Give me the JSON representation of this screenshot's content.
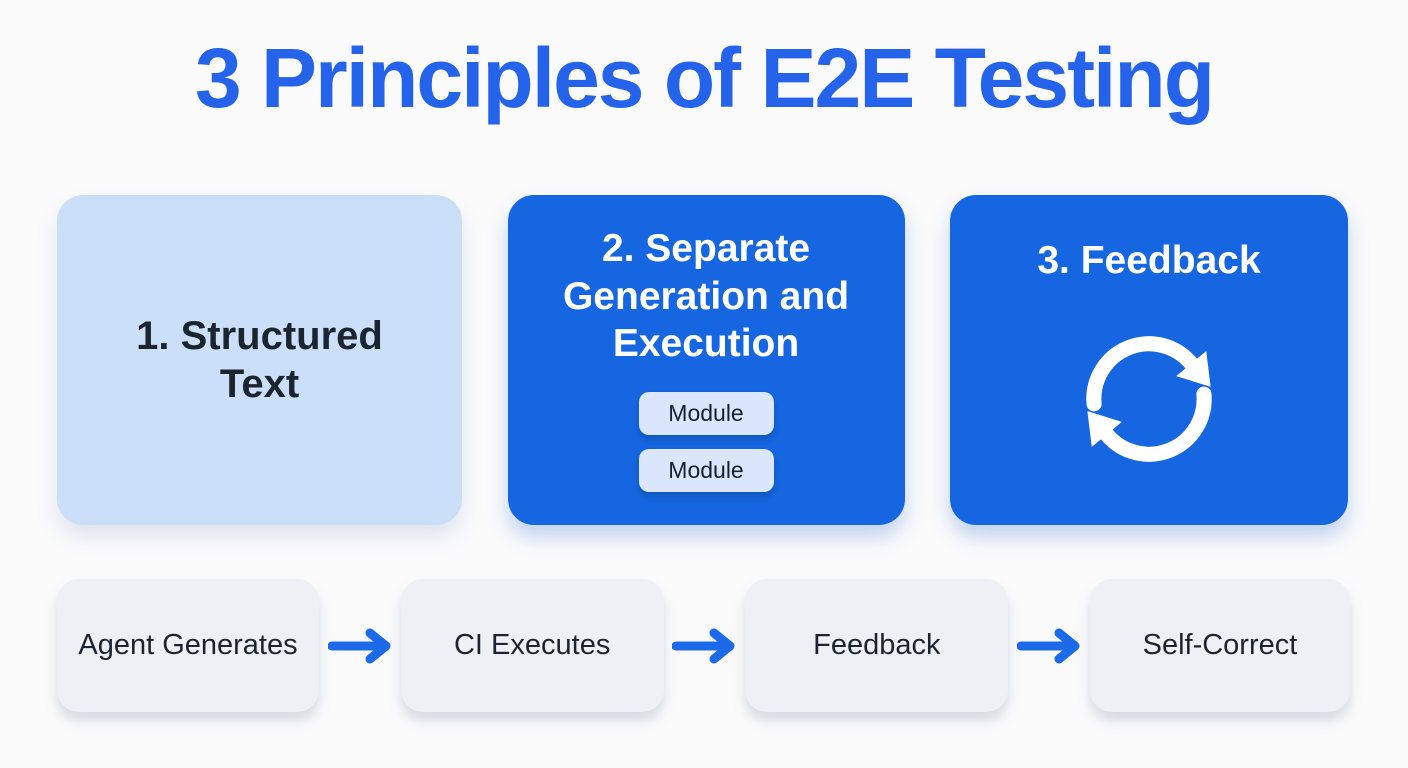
{
  "title": "3 Principles of E2E Testing",
  "principles": [
    {
      "heading": "1. Structured Text",
      "variant": "light"
    },
    {
      "heading": "2. Separate Generation and Execution",
      "variant": "blue",
      "modules": [
        "Module",
        "Module"
      ]
    },
    {
      "heading": "3. Feedback",
      "variant": "blue",
      "icon": "sync-cycle-icon"
    }
  ],
  "flow": {
    "steps": [
      "Agent Generates",
      "CI Executes",
      "Feedback",
      "Self-Correct"
    ],
    "arrow_icon": "arrow-right-icon"
  },
  "colors": {
    "title_blue": "#2563EB",
    "card_blue": "#1566E0",
    "card_light_blue": "#CBDFF9",
    "module_pill_bg": "#D9E6FB",
    "flow_card_bg": "#EDF1F5",
    "arrow_blue": "#1C6AE8",
    "dark_text": "#1B2530",
    "white_text": "#FFFFFF",
    "background": "#FBFBFC"
  }
}
